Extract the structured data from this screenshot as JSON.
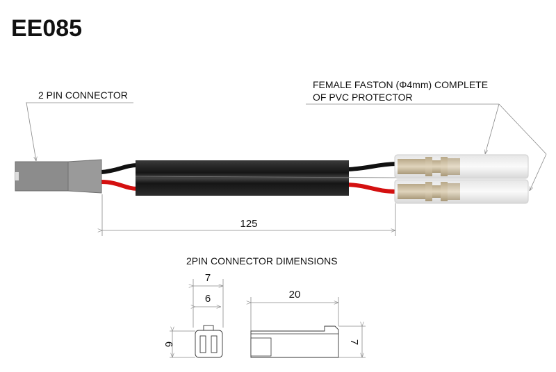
{
  "title": "EE085",
  "labels": {
    "left_connector": "2 PIN CONNECTOR",
    "faston_line1": "FEMALE FASTON (Φ4mm) COMPLETE",
    "faston_line2": "OF PVC PROTECTOR",
    "section_title": "2PIN CONNECTOR  DIMENSIONS"
  },
  "dimensions": {
    "cable_length": "125",
    "front_width_outer": "7",
    "front_width_inner": "6",
    "front_height": "6",
    "side_length": "20",
    "side_height": "7"
  },
  "colors": {
    "wire_black": "#111111",
    "wire_red": "#d41010",
    "tube": "#1c1c1c",
    "connector": "#8c8c8c"
  }
}
